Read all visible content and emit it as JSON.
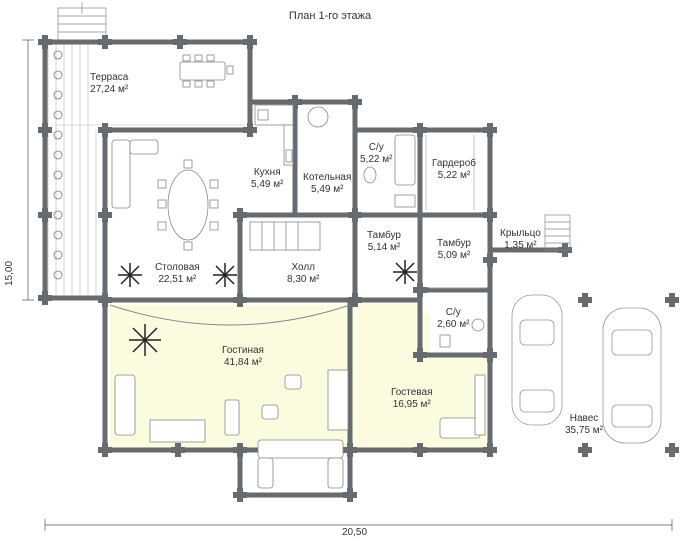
{
  "title": "План 1-го этажа",
  "rooms": [
    {
      "name": "Терраса",
      "area": "27,24 м²"
    },
    {
      "name": "Кухня",
      "area": "5,49 м²"
    },
    {
      "name": "Котельная",
      "area": "5,49 м²"
    },
    {
      "name": "С/у",
      "area": "5,22 м²"
    },
    {
      "name": "Гардероб",
      "area": "5,22 м²"
    },
    {
      "name": "Тамбур",
      "area": "5,14 м²"
    },
    {
      "name": "Тамбур",
      "area": "5,09 м²"
    },
    {
      "name": "Крыльцо",
      "area": "1,35 м²"
    },
    {
      "name": "Столовая",
      "area": "22,51 м²"
    },
    {
      "name": "Холл",
      "area": "8,30 м²"
    },
    {
      "name": "С/у",
      "area": "2,60 м²"
    },
    {
      "name": "Гостиная",
      "area": "41,84 м²"
    },
    {
      "name": "Гостевая",
      "area": "16,95 м²"
    },
    {
      "name": "Навес",
      "area": "35,75 м²"
    }
  ],
  "dimensions": {
    "width": "20,50",
    "height": "15,00"
  },
  "colors": {
    "wall": "#666b70",
    "highlight_fill": "#fbfcdf",
    "line": "#7a7a7a"
  }
}
